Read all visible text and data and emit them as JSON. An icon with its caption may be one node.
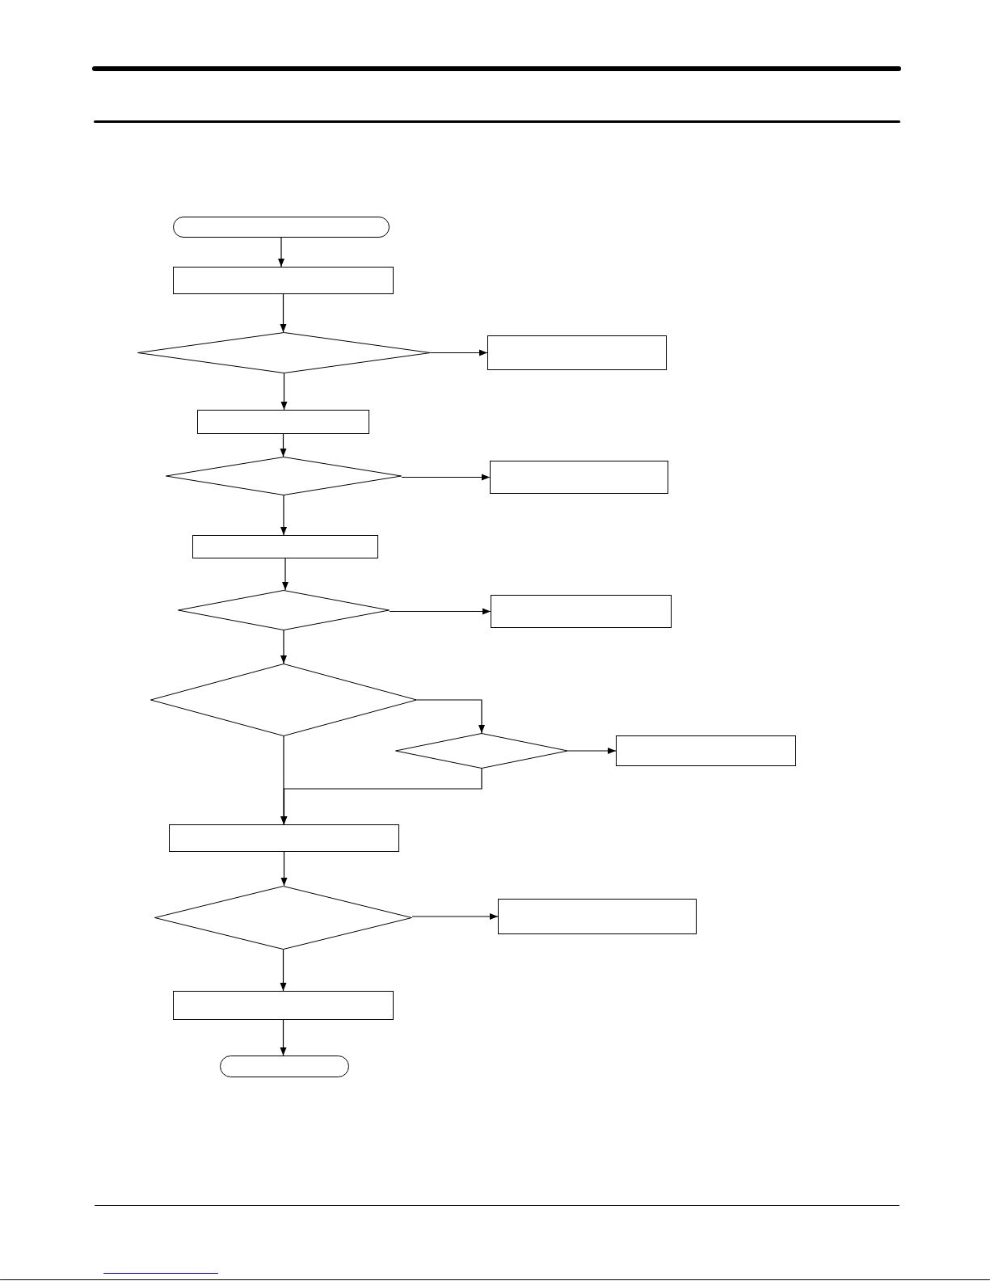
{
  "diagram": {
    "nodes": [
      {
        "text": [],
        "shape": "capsule"
      },
      {
        "text": [],
        "shape": "box"
      },
      {
        "text": [],
        "shape": "diamond"
      },
      {
        "text": [],
        "shape": "box"
      },
      {
        "text": [],
        "shape": "box"
      },
      {
        "text": [],
        "shape": "diamond"
      },
      {
        "text": [],
        "shape": "box"
      },
      {
        "text": [],
        "shape": "box"
      },
      {
        "text": [],
        "shape": "diamond"
      },
      {
        "text": [],
        "shape": "box"
      },
      {
        "text": [],
        "shape": "diamond"
      },
      {
        "text": [],
        "shape": "diamond"
      },
      {
        "text": [],
        "shape": "box"
      },
      {
        "text": [],
        "shape": "box"
      },
      {
        "text": [],
        "shape": "diamond"
      },
      {
        "text": [],
        "shape": "box"
      },
      {
        "text": [],
        "shape": "box"
      },
      {
        "text": [],
        "shape": "capsule"
      }
    ],
    "edges": [
      {
        "from": 0,
        "to": 1,
        "arrow": "to"
      },
      {
        "from": 1,
        "to": 2,
        "arrow": "to"
      },
      {
        "from": 2,
        "to": 3,
        "arrow": "to"
      },
      {
        "from": 2,
        "to": 4,
        "arrow": "to"
      },
      {
        "from": 4,
        "to": 5,
        "arrow": "to"
      },
      {
        "from": 5,
        "to": 6,
        "arrow": "to"
      },
      {
        "from": 5,
        "to": 7,
        "arrow": "to"
      },
      {
        "from": 7,
        "to": 8,
        "arrow": "to"
      },
      {
        "from": 8,
        "to": 9,
        "arrow": "to"
      },
      {
        "from": 8,
        "to": 10,
        "arrow": "to"
      },
      {
        "from": 10,
        "to": 11,
        "arrow": "to"
      },
      {
        "from": 11,
        "to": 12,
        "arrow": "to"
      },
      {
        "from": 10,
        "to": 13,
        "arrow": "to"
      },
      {
        "from": 11,
        "to": 13,
        "arrow": "to"
      },
      {
        "from": 13,
        "to": 14,
        "arrow": "to"
      },
      {
        "from": 14,
        "to": 15,
        "arrow": "to"
      },
      {
        "from": 14,
        "to": 16,
        "arrow": "to"
      },
      {
        "from": 16,
        "to": 17,
        "arrow": "to"
      }
    ]
  }
}
